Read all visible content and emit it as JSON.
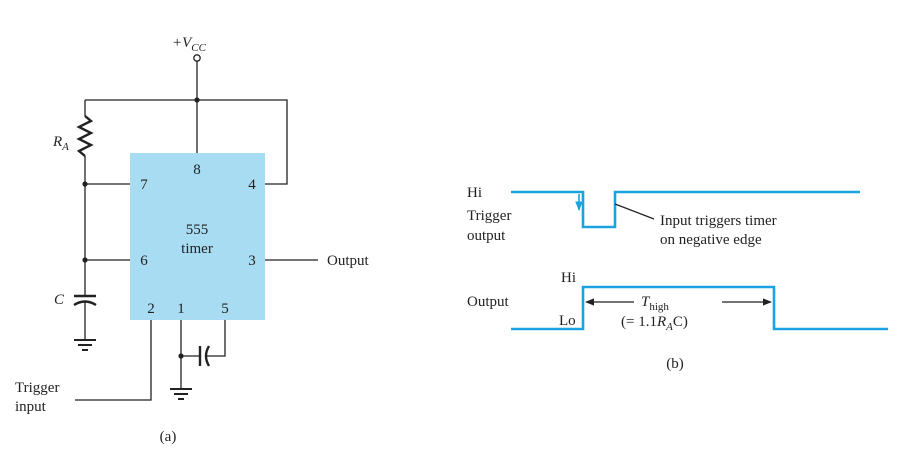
{
  "circuit": {
    "supply_label": "+V",
    "supply_sub": "CC",
    "resistor_label": "R",
    "resistor_sub": "A",
    "capacitor_label": "C",
    "chip_line1": "555",
    "chip_line2": "timer",
    "pin_8": "8",
    "pin_7": "7",
    "pin_4": "4",
    "pin_6": "6",
    "pin_3": "3",
    "pin_2": "2",
    "pin_1": "1",
    "pin_5": "5",
    "output_label": "Output",
    "trigger_line1": "Trigger",
    "trigger_line2": "input",
    "caption": "(a)"
  },
  "waveforms": {
    "trigger_hi": "Hi",
    "trigger_line1": "Trigger",
    "trigger_line2": "output",
    "annotation_line1": "Input triggers timer",
    "annotation_line2": "on negative edge",
    "output_hi": "Hi",
    "output_label": "Output",
    "output_lo": "Lo",
    "t_high": "T",
    "t_high_sub": "high",
    "formula_pre": "(= 1.1",
    "formula_r": "R",
    "formula_sub": "A",
    "formula_post": "C)",
    "caption": "(b)"
  },
  "colors": {
    "chip_fill": "#a8dcf2",
    "waveform": "#1aa3e0"
  }
}
